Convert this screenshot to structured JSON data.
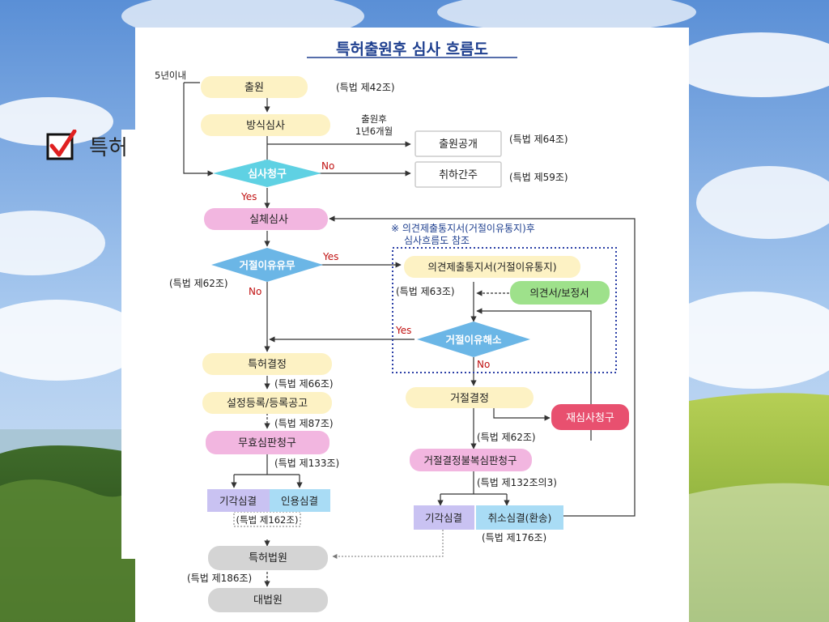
{
  "slide": {
    "heading": "특허",
    "check_icon": "checkbox-checked-icon"
  },
  "flowchart": {
    "title": "특허출원후 심사 흐름도",
    "note_5yr": "5년이내",
    "nodes": {
      "apply": "출원",
      "formal": "방식심사",
      "publish": "출원공개",
      "request": "심사청구",
      "deemed_withdrawn": "취하간주",
      "substantive": "실체심사",
      "reason": "거절이유유무",
      "notice": "의견제출통지서(거절이유통지)",
      "opinion": "의견서/보정서",
      "resolved": "거절이유해소",
      "grant": "특허결정",
      "register": "설정등록/등록공고",
      "invalid": "무효심판청구",
      "dismiss1": "기각심결",
      "accept1": "인용심결",
      "reject": "거절결정",
      "reexam": "재심사청구",
      "appeal": "거절결정불복심판청구",
      "dismiss2": "기각심결",
      "cancel": "취소심결(환송)",
      "patent_court": "특허법원",
      "supreme_court": "대법원"
    },
    "refs": {
      "r42": "(특법 제42조)",
      "r64": "(특법 제64조)",
      "r59": "(특법 제59조)",
      "r62a": "(특법 제62조)",
      "r63": "(특법 제63조)",
      "r66": "(특법 제66조)",
      "r87": "(특법 제87조)",
      "r133": "(특법 제133조)",
      "r162": "(특법 제162조)",
      "r62b": "(특법 제62조)",
      "r132": "(특법 제132조의3)",
      "r176": "(특법 제176조)",
      "r186": "(특법 제186조)"
    },
    "labels": {
      "after_1": "출원후",
      "after_2": "1년6개월",
      "no1": "No",
      "yes1": "Yes",
      "yes2": "Yes",
      "no2": "No",
      "yes3": "Yes",
      "no3": "No",
      "note_1": "※ 의견제출통지서(거절이유통지)후",
      "note_2": "심사흐름도 참조"
    }
  },
  "colors": {
    "yellow": "#fdf2c4",
    "pink": "#f2b6e0",
    "cyan": "#5fd1e3",
    "blue_diamond": "#6bb6e6",
    "green": "#9ee18b",
    "red": "#e8506f",
    "lavender": "#c9c2f2",
    "lightblue": "#a9dcf5",
    "gray": "#d4d4d4",
    "title_blue": "#1e3f8f",
    "dotted_blue": "#2b3fa6"
  }
}
